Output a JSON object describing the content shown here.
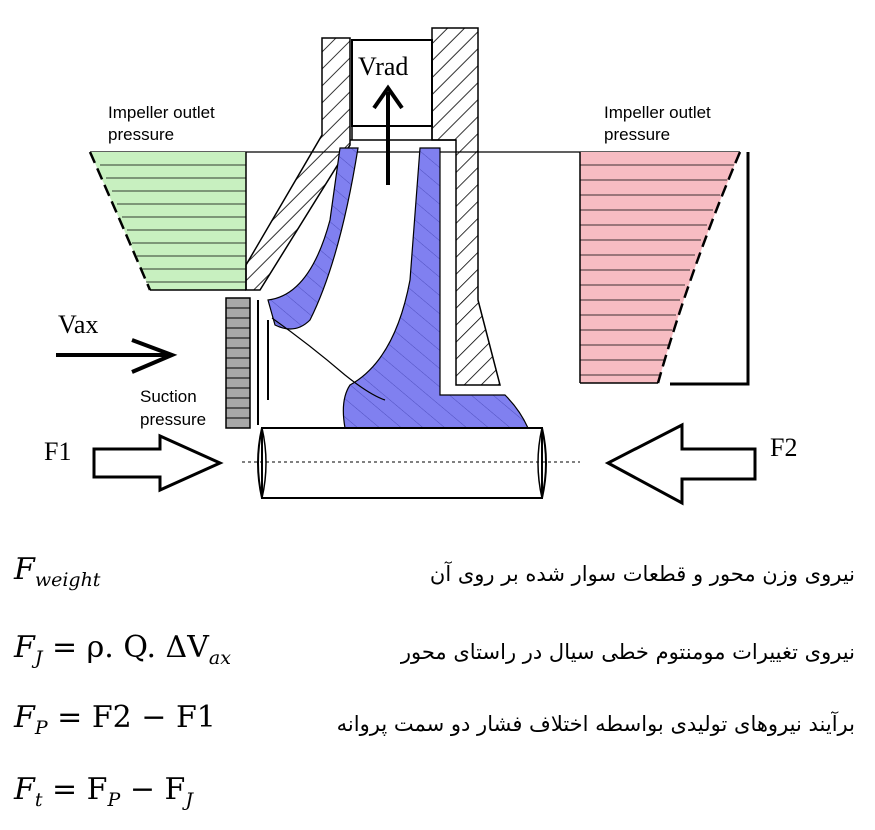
{
  "diagram": {
    "label_outlet_left_1": "Impeller outlet",
    "label_outlet_left_2": "pressure",
    "label_outlet_right_1": "Impeller outlet",
    "label_outlet_right_2": "pressure",
    "label_vrad": "Vrad",
    "label_vax": "Vax",
    "label_suction_1": "Suction",
    "label_suction_2": "pressure",
    "label_f1": "F1",
    "label_f2": "F2",
    "colors": {
      "left_pressure_fill": "#c8f0c0",
      "right_pressure_fill": "#f7bcc2",
      "impeller_fill": "#8080f0",
      "suction_fill": "#a8a8a8"
    }
  },
  "equations": [
    {
      "lhs_main": "F",
      "lhs_sub": "weight",
      "rhs": "",
      "description": "نیروی وزن محور و قطعات سوار شده بر روی آن"
    },
    {
      "lhs_main": "F",
      "lhs_sub": "J",
      "rhs": " = ρ. Q. ΔV",
      "rhs_sub": "ax",
      "description": "نیروی تغییرات مومنتوم خطی سیال در راستای محور"
    },
    {
      "lhs_main": "F",
      "lhs_sub": "P",
      "rhs": " = F2 − F1",
      "description": "برآیند نیروهای تولیدی بواسطه اختلاف فشار دو سمت پروانه"
    },
    {
      "lhs_main": "F",
      "lhs_sub": "t",
      "rhs": " = F",
      "rhs_sub": "P",
      "rhs2": " − F",
      "rhs2_sub": "J",
      "description": ""
    }
  ]
}
